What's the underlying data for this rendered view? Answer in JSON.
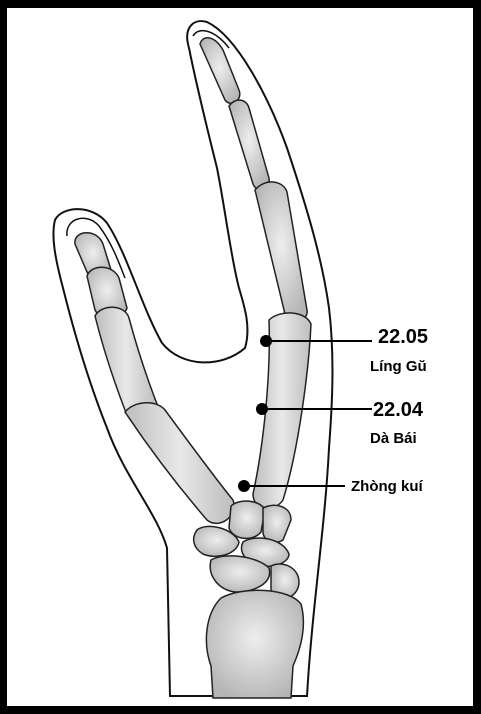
{
  "points": [
    {
      "code": "22.05",
      "name": "Líng Gŭ"
    },
    {
      "code": "22.04",
      "name": "Dà Bái"
    },
    {
      "code": "",
      "name": "Zhòng kuí"
    }
  ],
  "colors": {
    "border": "#000000",
    "background": "#ffffff",
    "bone_fill": "#c6c6c6",
    "bone_light": "#e6e6e6",
    "outline": "#222222"
  }
}
